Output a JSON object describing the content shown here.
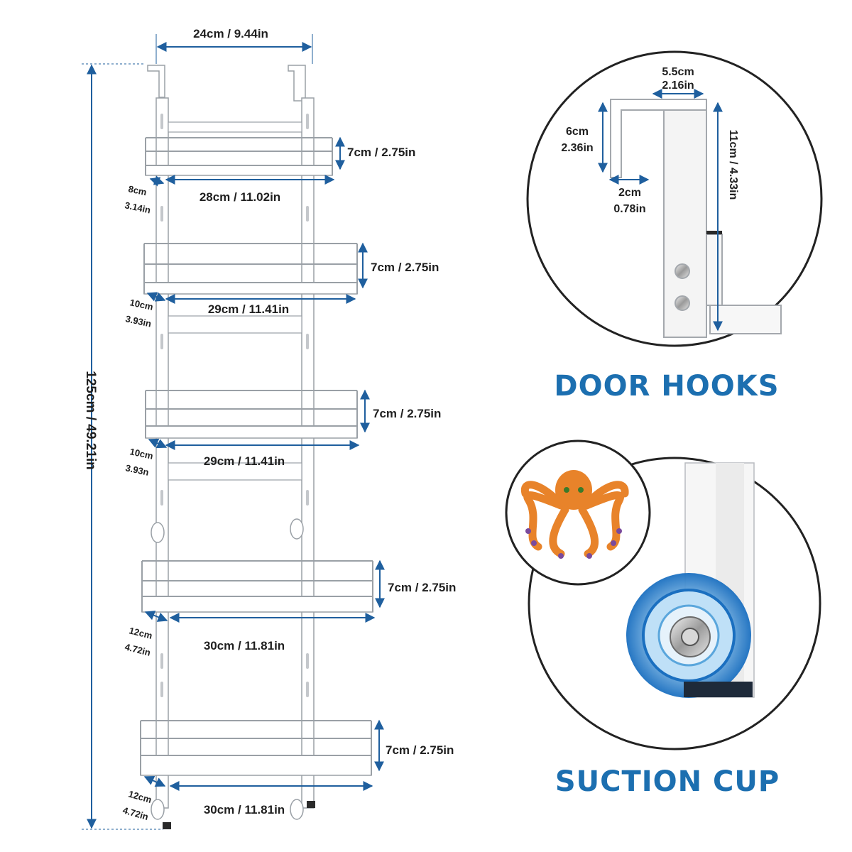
{
  "rack": {
    "top_width": "24cm / 9.44in",
    "total_height": "125cm / 49.21in",
    "tiers": [
      {
        "height": "7cm / 2.75in",
        "width": "28cm / 11.02in",
        "depth_cm": "8cm",
        "depth_in": "3.14in"
      },
      {
        "height": "7cm / 2.75in",
        "width": "29cm / 11.41in",
        "depth_cm": "10cm",
        "depth_in": "3.93in"
      },
      {
        "height": "7cm / 2.75in",
        "width": "29cm / 11.41in",
        "depth_cm": "10cm",
        "depth_in": "3.93n"
      },
      {
        "height": "7cm / 2.75in",
        "width": "30cm / 11.81in",
        "depth_cm": "12cm",
        "depth_in": "4.72in"
      },
      {
        "height": "7cm / 2.75in",
        "width": "30cm / 11.81in",
        "depth_cm": "12cm",
        "depth_in": "4.72in"
      }
    ]
  },
  "door_hooks": {
    "caption": "DOOR HOOKS",
    "width_cm": "5.5cm",
    "width_in": "2.16in",
    "front_height_cm": "6cm",
    "front_height_in": "2.36in",
    "gap_cm": "2cm",
    "gap_in": "0.78in",
    "hook_height": "11cm / 4.33in"
  },
  "suction_cup": {
    "caption": "SUCTION CUP"
  },
  "colors": {
    "accent": "#1c6fb0",
    "arrow": "#1f5f9e",
    "frame": "#ffffff",
    "frame_edge": "#9aa0a6",
    "octopus": "#e8832a",
    "octopus_suckers": "#7a4a9c"
  }
}
